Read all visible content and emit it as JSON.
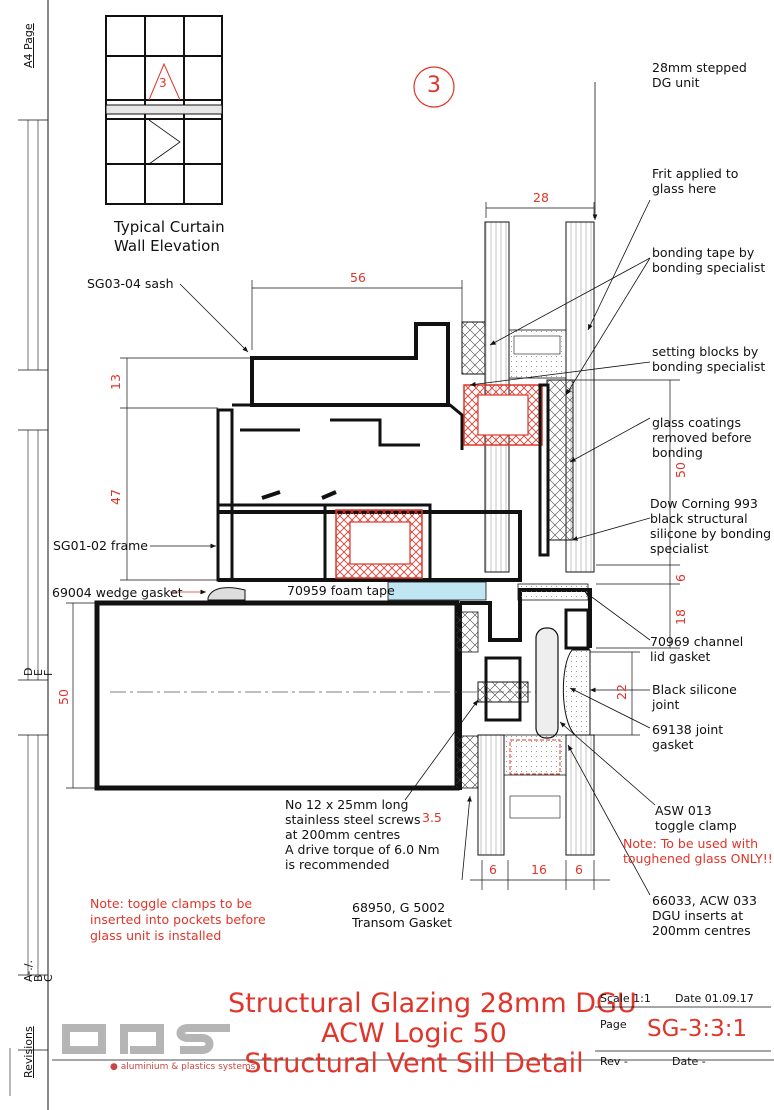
{
  "margin": {
    "a4_page": "A4 Page",
    "revisions": "Revisions",
    "rev_letters_1": [
      "A",
      "B",
      "C"
    ],
    "rev_a_suffix": "-./.",
    "rev_letters_2": [
      "D",
      "E",
      "F"
    ]
  },
  "elevation": {
    "caption_line1": "Typical Curtain",
    "caption_line2": "Wall Elevation",
    "marker": "3"
  },
  "section_marker": "3",
  "dimensions": {
    "dg_width": "28",
    "sash_width": "56",
    "d13": "13",
    "d47": "47",
    "d50_right": "50",
    "d6_right": "6",
    "d18": "18",
    "d22": "22",
    "d50_left": "50",
    "d3_5": "3.5",
    "bottom_6a": "6",
    "bottom_16": "16",
    "bottom_6b": "6"
  },
  "labels": {
    "dg_unit_1": "28mm stepped",
    "dg_unit_2": "DG unit",
    "frit_1": "Frit applied to",
    "frit_2": "glass here",
    "bonding_tape_1": "bonding tape by",
    "bonding_tape_2": "bonding specialist",
    "setting_blocks_1": "setting blocks by",
    "setting_blocks_2": "bonding specialist",
    "coatings_1": "glass coatings",
    "coatings_2": "removed before",
    "coatings_3": "bonding",
    "dow_1": "Dow Corning 993",
    "dow_2": "black structural",
    "dow_3": "silicone by bonding",
    "dow_4": "specialist",
    "sash": "SG03-04 sash",
    "frame": "SG01-02 frame",
    "wedge_gasket": "69004 wedge gasket",
    "foam_tape": "70959 foam tape",
    "channel_lid_1": "70969 channel",
    "channel_lid_2": "lid gasket",
    "silicone_joint_1": "Black silicone",
    "silicone_joint_2": "joint",
    "joint_gasket_1": "69138 joint",
    "joint_gasket_2": "gasket",
    "screws_1": "No 12 x 25mm long",
    "screws_2": "stainless steel screws",
    "screws_3": "at 200mm centres",
    "screws_4": "A drive torque of 6.0 Nm",
    "screws_5": "is recommended",
    "toggle_1": "ASW 013",
    "toggle_2": "toggle clamp",
    "toggle_note_1": "Note:  To be used with",
    "toggle_note_2": "toughened glass ONLY!!",
    "transom_1": "68950, G 5002",
    "transom_2": "Transom Gasket",
    "dgu_inserts_1": "66033, ACW 033",
    "dgu_inserts_2": "DGU inserts at",
    "dgu_inserts_3": "200mm centres",
    "note_1": "Note:  toggle clamps to be",
    "note_2": "inserted into pockets before",
    "note_3": "glass unit is installed"
  },
  "title_block": {
    "title_1": "Structural Glazing 28mm DGU",
    "title_2": "ACW Logic 50",
    "title_3": "Structural Vent Sill Detail",
    "scale_label": "Scale",
    "scale_value": "1:1",
    "date_label": "Date",
    "date_value": "01.09.17",
    "page_label": "Page",
    "page_value": "SG-3:3:1",
    "rev_label": "Rev -",
    "date2_label": "Date -",
    "company": "aluminium & plastics systems"
  },
  "colors": {
    "accent_red": "#e0352a",
    "line": "#111111",
    "foam_tape": "#bfe6f2",
    "logo_grey": "#b5b5b5"
  }
}
